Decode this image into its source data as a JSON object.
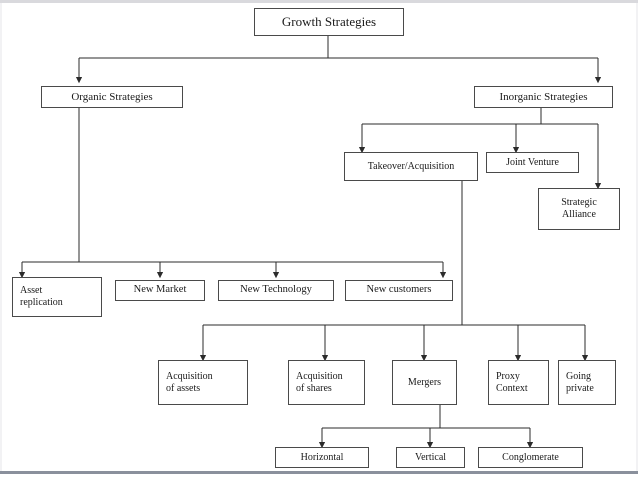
{
  "chart": {
    "type": "diagram",
    "diagram_kind": "org-tree",
    "title": "Growth Strategies",
    "root": "Growth Strategies",
    "levels": [
      [
        "Growth Strategies"
      ],
      [
        "Organic Strategies",
        "Inorganic Strategies"
      ],
      [
        "Takeover/Acquisition",
        "Joint Venture",
        "Strategic Alliance"
      ],
      [
        "Asset replication",
        "New Market",
        "New Technology",
        "New customers"
      ],
      [
        "Acquisition of assets",
        "Acquisition of shares",
        "Mergers",
        "Proxy Context",
        "Going private"
      ],
      [
        "Horizontal",
        "Vertical",
        "Conglomerate"
      ]
    ],
    "edges": [
      [
        "Growth Strategies",
        "Organic Strategies"
      ],
      [
        "Growth Strategies",
        "Inorganic Strategies"
      ],
      [
        "Organic Strategies",
        "Asset replication"
      ],
      [
        "Organic Strategies",
        "New Market"
      ],
      [
        "Organic Strategies",
        "New Technology"
      ],
      [
        "Organic Strategies",
        "New customers"
      ],
      [
        "Inorganic Strategies",
        "Takeover/Acquisition"
      ],
      [
        "Inorganic Strategies",
        "Joint Venture"
      ],
      [
        "Inorganic Strategies",
        "Strategic Alliance"
      ],
      [
        "Takeover/Acquisition",
        "Acquisition of assets"
      ],
      [
        "Takeover/Acquisition",
        "Acquisition of shares"
      ],
      [
        "Takeover/Acquisition",
        "Mergers"
      ],
      [
        "Takeover/Acquisition",
        "Proxy Context"
      ],
      [
        "Takeover/Acquisition",
        "Going private"
      ],
      [
        "Mergers",
        "Horizontal"
      ],
      [
        "Mergers",
        "Vertical"
      ],
      [
        "Mergers",
        "Conglomerate"
      ]
    ]
  },
  "nodes": {
    "root": {
      "label": "Growth Strategies"
    },
    "organic": {
      "label": "Organic Strategies"
    },
    "inorganic": {
      "label": "Inorganic Strategies"
    },
    "takeover": {
      "label": "Takeover/Acquisition"
    },
    "joint_venture": {
      "label": "Joint Venture"
    },
    "strategic_alliance": {
      "label": "Strategic\nAlliance",
      "line1": "Strategic",
      "line2": "Alliance"
    },
    "asset_replication": {
      "line1": "Asset",
      "line2": "replication"
    },
    "new_market": {
      "label": "New Market"
    },
    "new_technology": {
      "label": "New Technology"
    },
    "new_customers": {
      "label": "New customers"
    },
    "acq_assets": {
      "line1": "Acquisition",
      "line2": "of assets"
    },
    "acq_shares": {
      "line1": "Acquisition",
      "line2": "of shares"
    },
    "mergers": {
      "label": "Mergers"
    },
    "proxy_context": {
      "line1": "Proxy",
      "line2": "Context"
    },
    "going_private": {
      "line1": "Going",
      "line2": "private"
    },
    "horizontal": {
      "label": "Horizontal"
    },
    "vertical": {
      "label": "Vertical"
    },
    "conglomerate": {
      "label": "Conglomerate"
    }
  },
  "colors": {
    "box_border": "#4a4a4a",
    "box_fill": "#ffffff",
    "connector": "#2b2b2b",
    "page_background": "#ffffff",
    "top_band": "#d9d9dd",
    "bottom_rule": "#8a909c"
  }
}
